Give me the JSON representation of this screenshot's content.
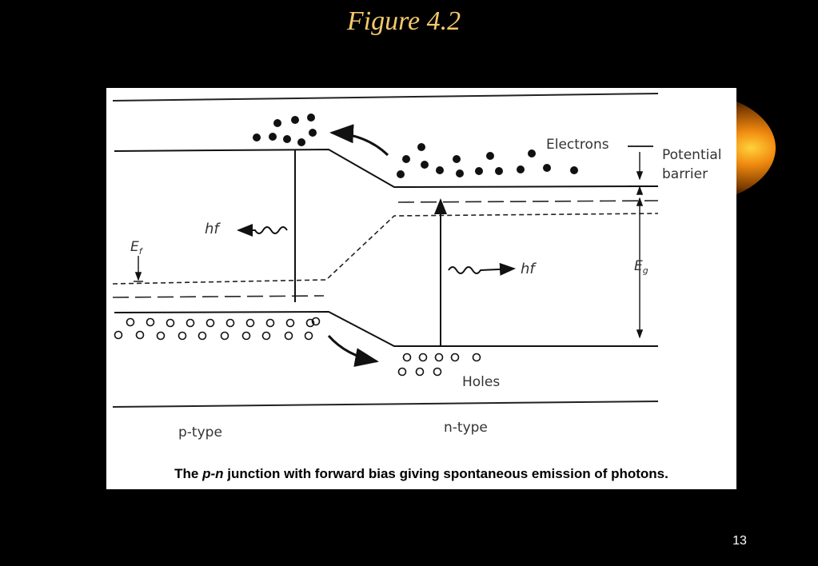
{
  "slide": {
    "title": "Figure 4.2",
    "page_number": "13"
  },
  "diagram": {
    "labels": {
      "electrons": "Electrons",
      "potential_barrier_line1": "Potential",
      "potential_barrier_line2": "barrier",
      "hf_left": "hf",
      "hf_right": "hf",
      "ef": "E",
      "ef_sub": "f",
      "eg": "E",
      "eg_sub": "g",
      "holes": "Holes",
      "p_type": "p-type",
      "n_type": "n-type"
    }
  },
  "caption": {
    "prefix": "The ",
    "emphasis": "p-n",
    "suffix": " junction with forward bias giving spontaneous emission of photons."
  },
  "colors": {
    "background": "#000000",
    "title": "#f3c96a",
    "panel": "#ffffff",
    "ink": "#111111"
  }
}
